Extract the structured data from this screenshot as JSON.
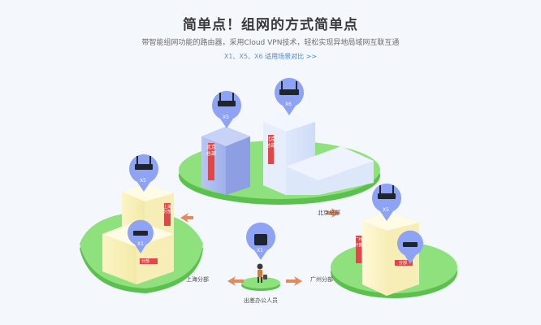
{
  "header": {
    "title": "简单点！组网的方式简单点",
    "subtitle": "带智能组网功能的路由器，采用Cloud VPN技术，轻松实现异地局域网互联互通",
    "models": "X1、X5、X6",
    "compare_link": "适用场景对比 >>"
  },
  "routers": {
    "x5_top": "X5",
    "x6_top": "X6",
    "x5_left": "X5",
    "x1_left": "X1",
    "x1_center": "X1",
    "x5_right": "X5"
  },
  "signs": {
    "hq_building_left": "北京总部",
    "hq_building_right": "北京总部",
    "sh_building_top": "上海分部",
    "sh_building_bottom": "分部",
    "gz_building_side": "广州分部",
    "gz_building_front": "分部"
  },
  "places": {
    "hq": "北京总部",
    "shanghai": "上海分部",
    "guangzhou": "广州分部",
    "traveler": "出差办公人员"
  },
  "colors": {
    "island": "#7fdc6e",
    "island_shadow": "#5cc04e",
    "pin": "#8ea3f3",
    "link_text": "#3f86e0"
  }
}
